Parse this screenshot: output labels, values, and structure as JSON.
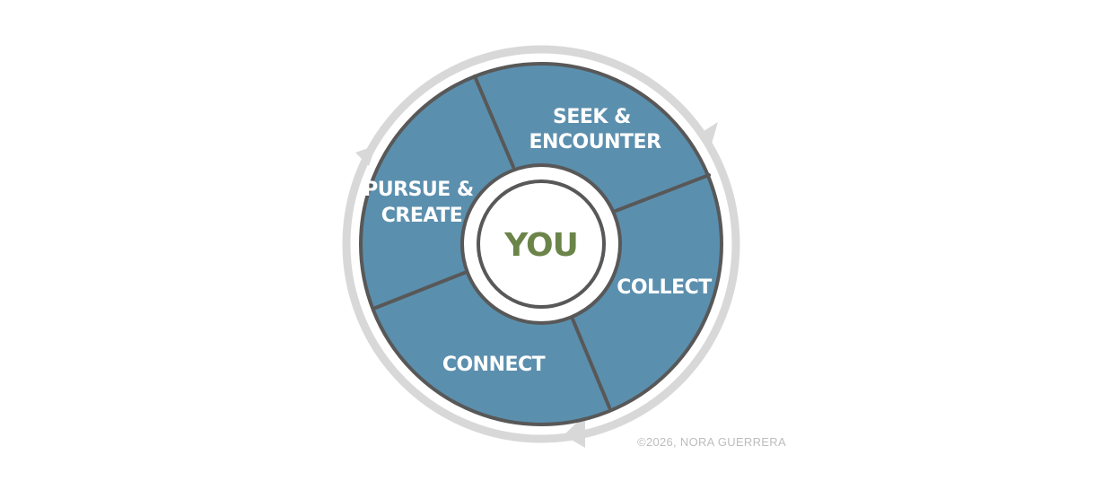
{
  "colors": {
    "segment_fill": "#5b8fae",
    "segment_stroke": "#585858",
    "outer_ring": "#d8d8d8",
    "center_text": "#6b8449",
    "label_text": "#ffffff",
    "copyright_text": "#bdbdbd"
  },
  "center": {
    "label": "YOU"
  },
  "segments": [
    {
      "id": "seek",
      "lines": [
        "SEEK &",
        "ENCOUNTER"
      ]
    },
    {
      "id": "collect",
      "lines": [
        "COLLECT"
      ]
    },
    {
      "id": "connect",
      "lines": [
        "CONNECT"
      ]
    },
    {
      "id": "pursue",
      "lines": [
        "PURSUE &",
        "CREATE"
      ]
    }
  ],
  "copyright": "©2026, NORA GUERRERA"
}
